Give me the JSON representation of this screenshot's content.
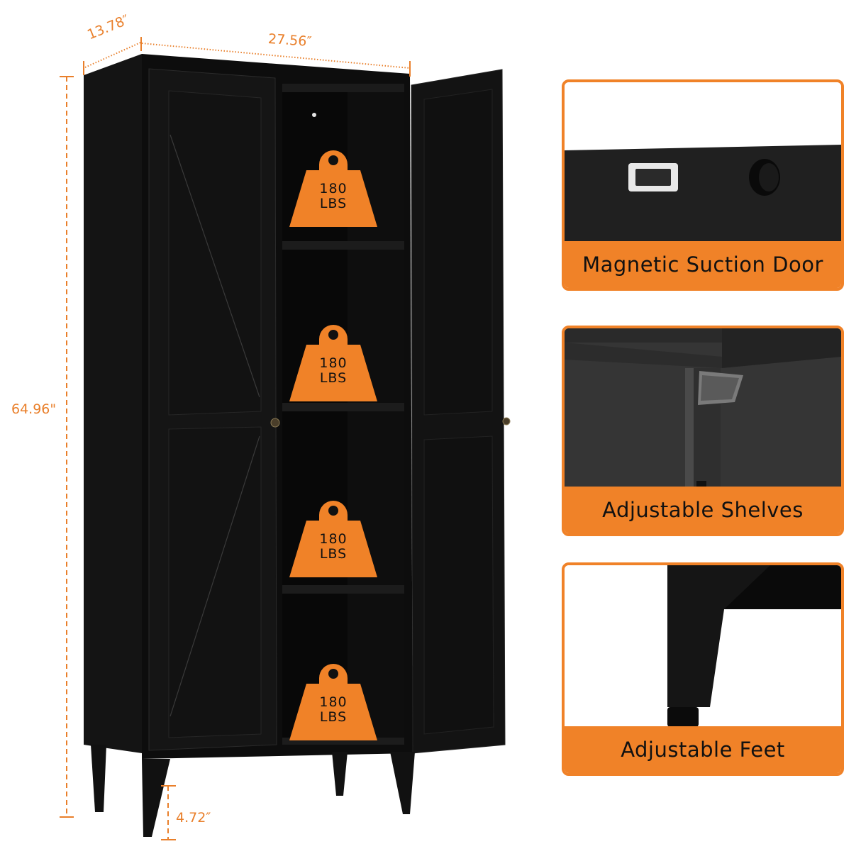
{
  "dimensions": {
    "depth": "13.78″",
    "width": "27.56″",
    "height": "64.96\"",
    "leg_height": "4.72″"
  },
  "shelf_capacity": [
    {
      "value": "180",
      "unit": "LBS"
    },
    {
      "value": "180",
      "unit": "LBS"
    },
    {
      "value": "180",
      "unit": "LBS"
    },
    {
      "value": "180",
      "unit": "LBS"
    }
  ],
  "features": [
    {
      "label": "Magnetic Suction Door"
    },
    {
      "label": "Adjustable Shelves"
    },
    {
      "label": "Adjustable Feet"
    }
  ],
  "colors": {
    "accent": "#f08228",
    "cabinet": "#111111",
    "background": "#ffffff"
  }
}
